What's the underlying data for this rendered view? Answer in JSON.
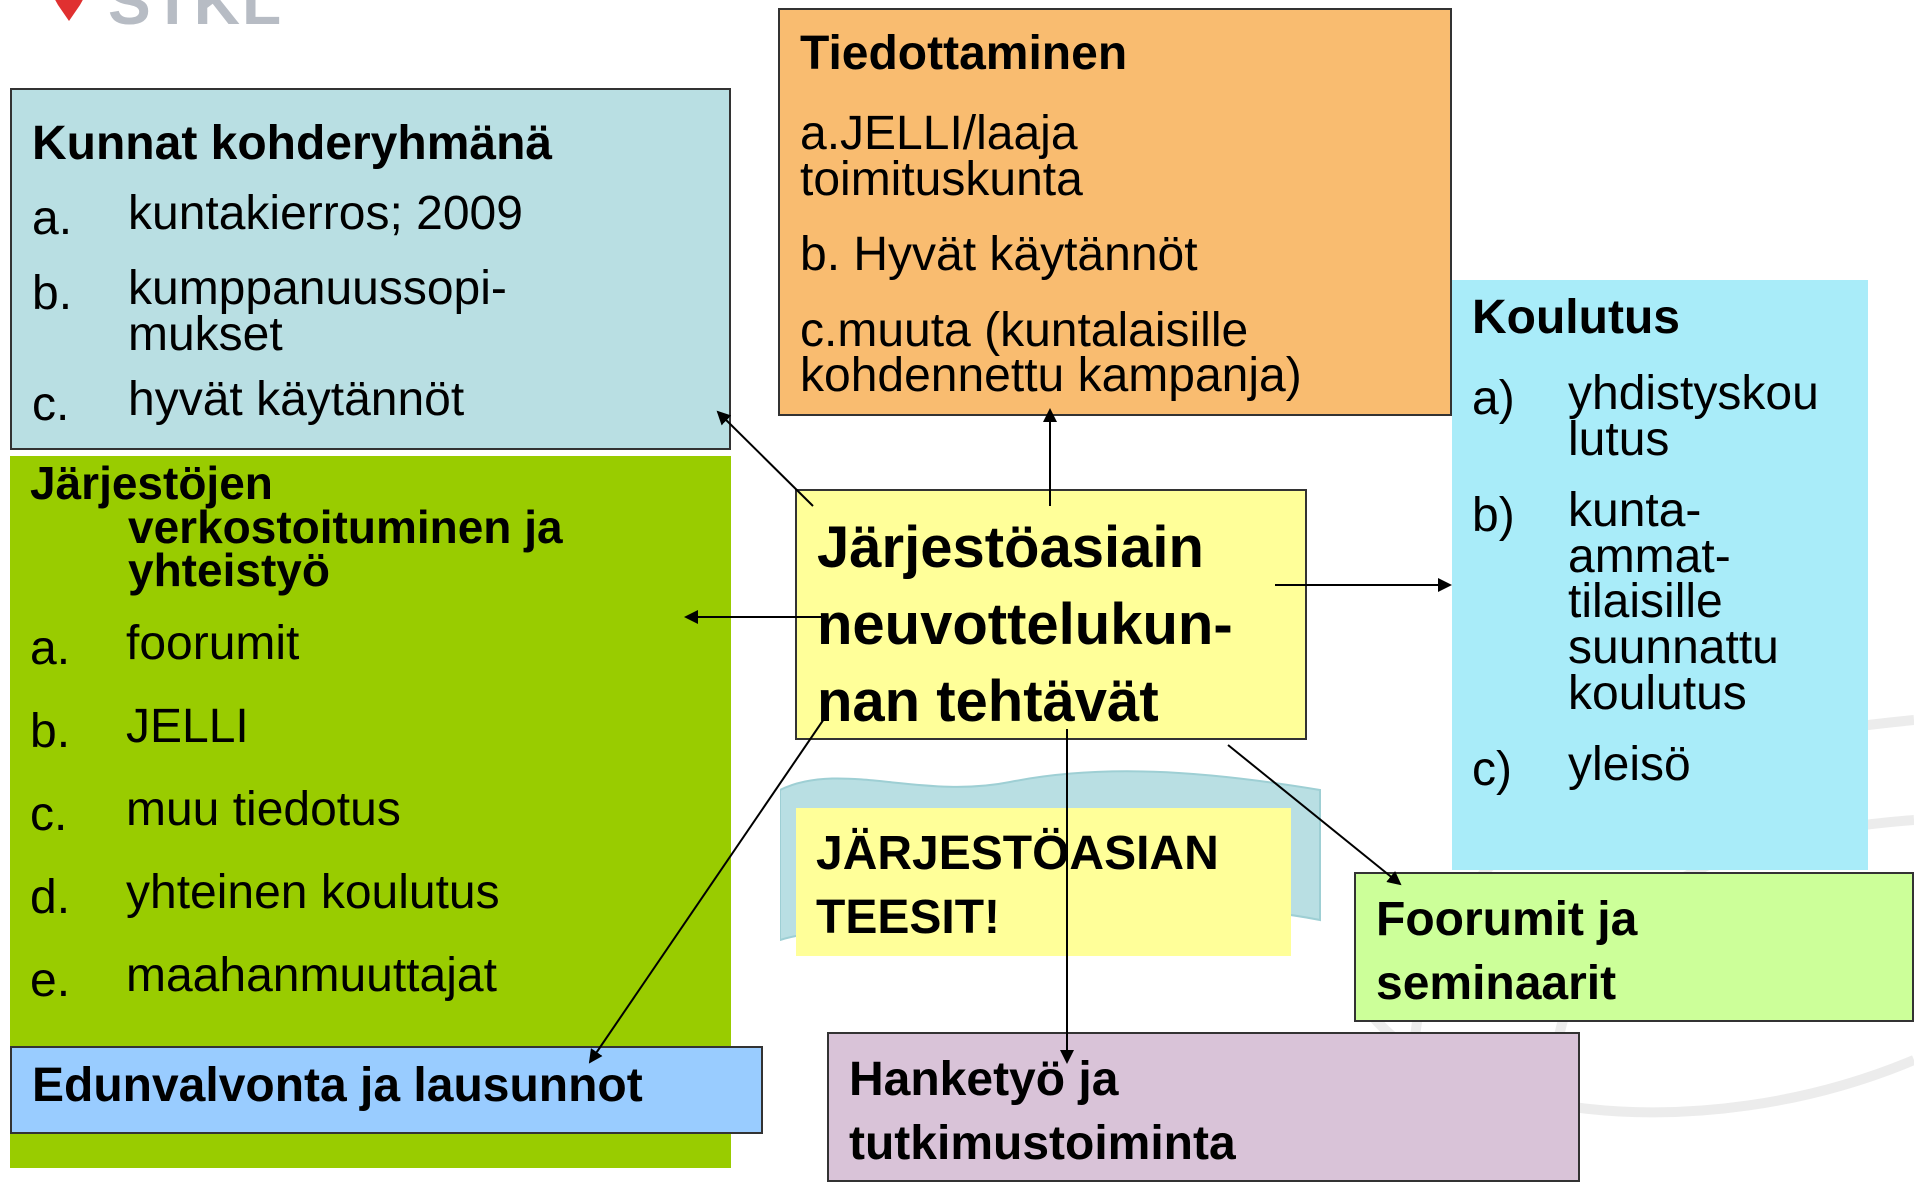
{
  "logo": {
    "text": "STKL",
    "icon": "stkl-logo-mark",
    "color": "#b7bcc4",
    "mark_color": "#e03030"
  },
  "kunnat": {
    "title": "Kunnat kohderyhmänä",
    "items": [
      {
        "label": "a.",
        "text": "kuntakierros; 2009"
      },
      {
        "label": "b.",
        "text": "kumppanuussopi-\nmukset"
      },
      {
        "label": "c.",
        "text": "hyvät käytännöt"
      }
    ]
  },
  "jarjestojen": {
    "title_line1": "Järjestöjen",
    "title_line2": "verkostoituminen ja",
    "title_line3": "yhteistyö",
    "items": [
      {
        "label": "a.",
        "text": "foorumit"
      },
      {
        "label": "b.",
        "text": "JELLI"
      },
      {
        "label": "c.",
        "text": "muu tiedotus"
      },
      {
        "label": "d.",
        "text": "yhteinen koulutus"
      },
      {
        "label": "e.",
        "text": "maahanmuuttajat"
      }
    ]
  },
  "edunvalvonta": {
    "text": "Edunvalvonta ja lausunnot"
  },
  "tiedottaminen": {
    "title": "Tiedottaminen",
    "items": [
      "a.JELLI/laaja\ntoimituskunta",
      "b. Hyvät käytännöt",
      "c.muuta (kuntalaisille\nkohdennettu kampanja)"
    ]
  },
  "koulutus": {
    "title": "Koulutus",
    "items": [
      {
        "label": "a)",
        "text": "yhdistyskou\nlutus"
      },
      {
        "label": "b)",
        "text": "kunta-\nammat-\ntilaisille\nsuunnattu\nkoulutus"
      },
      {
        "label": "c)",
        "text": "yleisö"
      }
    ]
  },
  "center": {
    "title": "Järjestöasiain\nneuvottelukun-\nnan tehtävät"
  },
  "teesit": {
    "text": "JÄRJESTÖASIAN\nTEESIT!"
  },
  "foorumit": {
    "text": "Foorumit ja\nseminaarit"
  },
  "hanketyo": {
    "text": "Hanketyö ja\ntutkimustoiminta"
  },
  "colors": {
    "kunnat": "#b9dfe3",
    "jarjestojen": "#99cc00",
    "edunvalvonta": "#99ccff",
    "tiedottaminen": "#f9bc70",
    "koulutus": "#a9ecf9",
    "center": "#ffff99",
    "foorumit": "#ccff99",
    "hanketyo": "#d9c3d8"
  }
}
